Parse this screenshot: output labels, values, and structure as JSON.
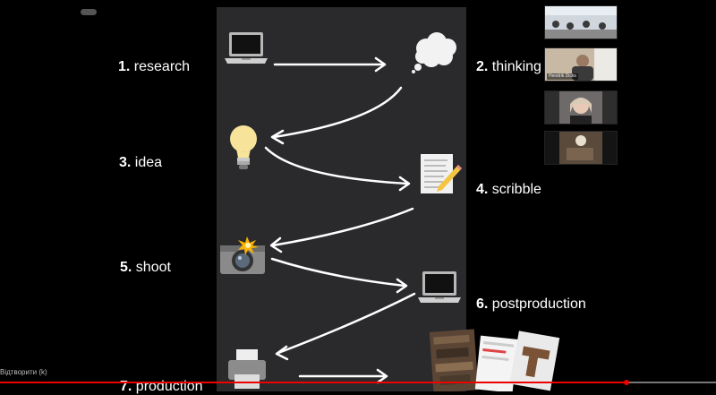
{
  "steps": [
    {
      "num": "1.",
      "label": "research"
    },
    {
      "num": "2.",
      "label": "thinking"
    },
    {
      "num": "3.",
      "label": "idea"
    },
    {
      "num": "4.",
      "label": "scribble"
    },
    {
      "num": "5.",
      "label": "shoot"
    },
    {
      "num": "6.",
      "label": "postproduction"
    },
    {
      "num": "7.",
      "label": "production"
    }
  ],
  "participants": [
    {
      "name": ""
    },
    {
      "name": "Hendrik Dicks"
    },
    {
      "name": ""
    },
    {
      "name": ""
    }
  ],
  "player": {
    "restore_label": "Відтворити (k)",
    "progress": 0.875
  },
  "icons": [
    "laptop-icon",
    "thought-cloud-icon",
    "lightbulb-icon",
    "memo-pencil-icon",
    "camera-flash-icon",
    "laptop-icon",
    "printer-icon"
  ],
  "colors": {
    "slide_bg": "#2a2a2d",
    "accent": "#e00000",
    "text": "#ffffff"
  }
}
